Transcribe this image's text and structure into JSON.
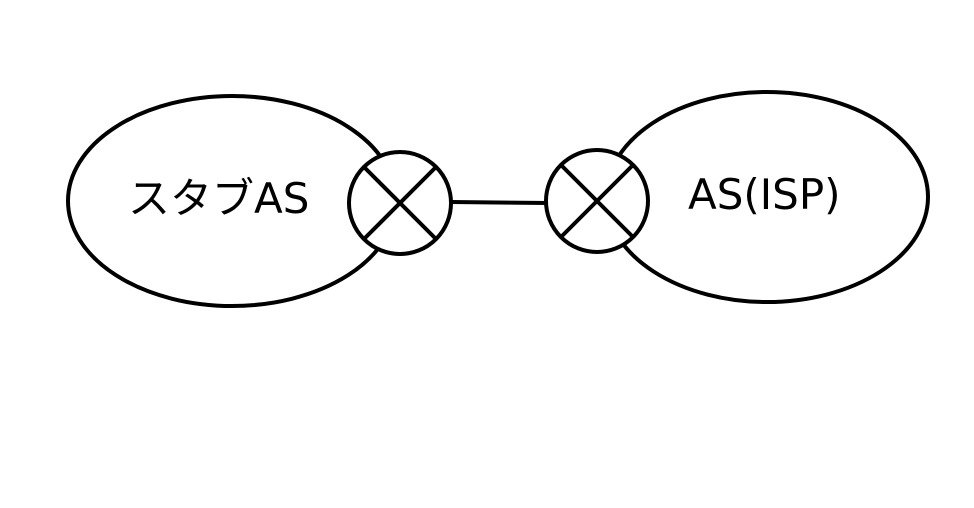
{
  "diagram": {
    "left_as": {
      "label": "スタブAS"
    },
    "right_as": {
      "label": "AS(ISP)"
    },
    "left_router": {
      "icon": "router-icon"
    },
    "right_router": {
      "icon": "router-icon"
    },
    "link": {
      "kind": "line"
    }
  }
}
